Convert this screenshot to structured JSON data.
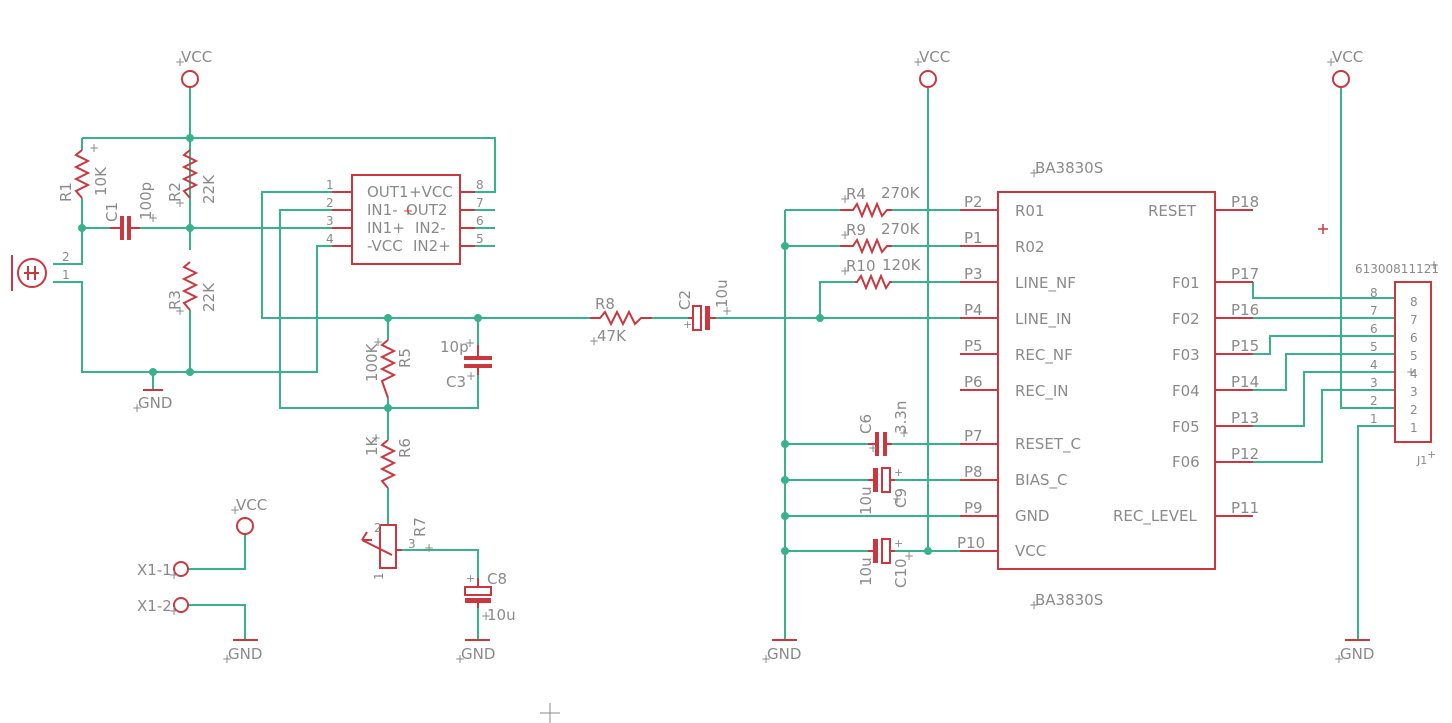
{
  "power": {
    "vcc": "VCC",
    "gnd": "GND"
  },
  "mic": {
    "pin2": "2",
    "pin1": "1"
  },
  "opamp": {
    "left": [
      {
        "num": "1",
        "name": "OUT1"
      },
      {
        "num": "2",
        "name": "IN1-"
      },
      {
        "num": "3",
        "name": "IN1+"
      },
      {
        "num": "4",
        "name": "-VCC"
      }
    ],
    "right": [
      {
        "num": "8",
        "name": "+VCC"
      },
      {
        "num": "7",
        "name": "OUT2"
      },
      {
        "num": "6",
        "name": "IN2-"
      },
      {
        "num": "5",
        "name": "IN2+"
      }
    ]
  },
  "parts": {
    "r1": {
      "name": "R1",
      "value": "10K"
    },
    "r2": {
      "name": "R2",
      "value": "22K"
    },
    "r3": {
      "name": "R3",
      "value": "22K"
    },
    "c1": {
      "name": "C1",
      "value": "100p"
    },
    "r5": {
      "name": "R5",
      "value": "100K"
    },
    "r6": {
      "name": "R6",
      "value": "1K"
    },
    "r7": {
      "name": "R7",
      "pin2": "2",
      "pin3": "3",
      "pin1": "1"
    },
    "c3": {
      "name": "C3",
      "value": "10p"
    },
    "c8": {
      "name": "C8",
      "value": "10u"
    },
    "r8": {
      "name": "R8",
      "value": "47K"
    },
    "c2": {
      "name": "C2",
      "value": "10u"
    },
    "r4": {
      "name": "R4",
      "value": "270K"
    },
    "r9": {
      "name": "R9",
      "value": "270K"
    },
    "r10": {
      "name": "R10",
      "value": "120K"
    },
    "c6": {
      "name": "C6",
      "value": "3.3n"
    },
    "c9": {
      "name": "C9",
      "value": "10u"
    },
    "c10": {
      "name": "C10",
      "value": "10u"
    }
  },
  "ic": {
    "name": "BA3830S",
    "value": "BA3830S",
    "left": [
      {
        "pin": "P2",
        "name": "R01"
      },
      {
        "pin": "P1",
        "name": "R02"
      },
      {
        "pin": "P3",
        "name": "LINE_NF"
      },
      {
        "pin": "P4",
        "name": "LINE_IN"
      },
      {
        "pin": "P5",
        "name": "REC_NF"
      },
      {
        "pin": "P6",
        "name": "REC_IN"
      },
      {
        "pin": "P7",
        "name": "RESET_C"
      },
      {
        "pin": "P8",
        "name": "BIAS_C"
      },
      {
        "pin": "P9",
        "name": "GND"
      },
      {
        "pin": "P10",
        "name": "VCC"
      }
    ],
    "right": [
      {
        "pin": "P18",
        "name": "RESET"
      },
      {
        "pin": "P17",
        "name": "F01"
      },
      {
        "pin": "P16",
        "name": "F02"
      },
      {
        "pin": "P15",
        "name": "F03"
      },
      {
        "pin": "P14",
        "name": "F04"
      },
      {
        "pin": "P13",
        "name": "F05"
      },
      {
        "pin": "P12",
        "name": "F06"
      },
      {
        "pin": "P11",
        "name": "REC_LEVEL"
      }
    ]
  },
  "connector": {
    "name": "J1",
    "value": "61300811121",
    "pins_outer": [
      "8",
      "7",
      "6",
      "5",
      "4",
      "3",
      "2",
      "1"
    ],
    "pins_inner": [
      "8",
      "7",
      "6",
      "5",
      "4",
      "3",
      "2",
      "1"
    ]
  },
  "terminals": {
    "x1_1": "X1-1",
    "x1_2": "X1-2"
  }
}
